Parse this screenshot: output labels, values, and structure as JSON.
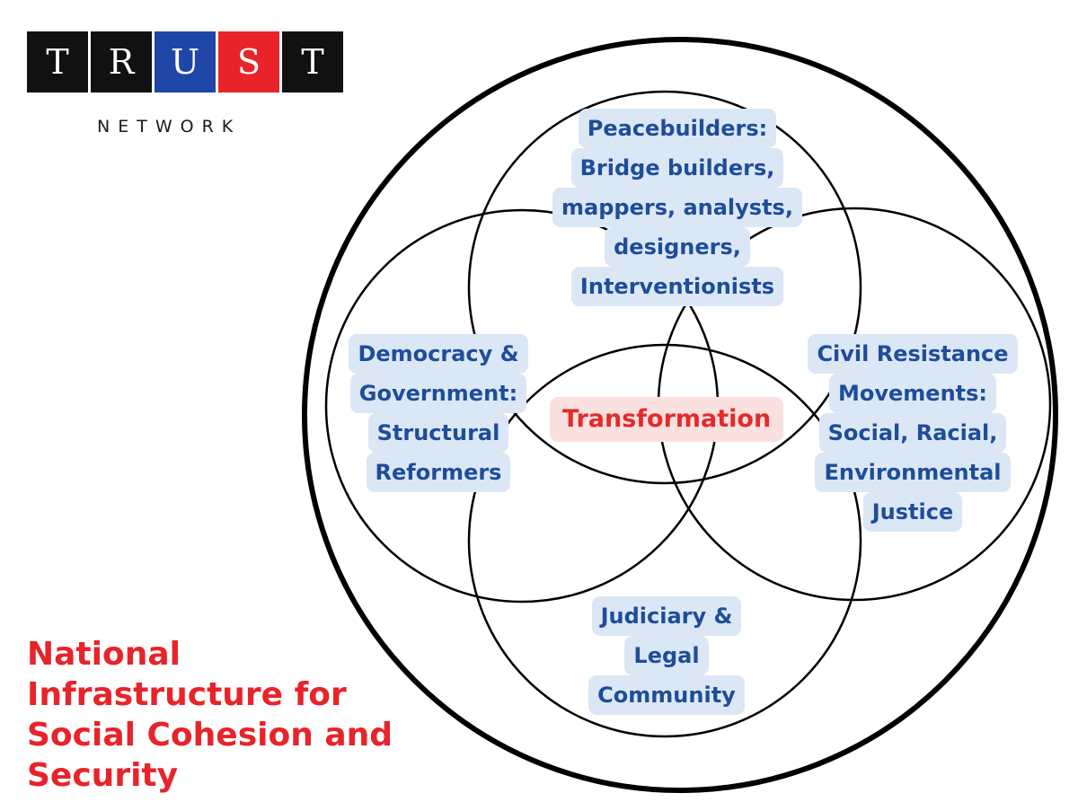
{
  "logo": {
    "letters": [
      {
        "char": "T",
        "color": "#111111"
      },
      {
        "char": "R",
        "color": "#111111"
      },
      {
        "char": "U",
        "color": "#1f46a6"
      },
      {
        "char": "S",
        "color": "#e8232a"
      },
      {
        "char": "T",
        "color": "#111111"
      }
    ],
    "subtitle": "NETWORK"
  },
  "title_lines": [
    "National",
    "Infrastructure for",
    "Social Cohesion and",
    "Security"
  ],
  "center_label": "Transformation",
  "groups": {
    "peacebuilders": [
      "Peacebuilders:",
      "Bridge builders,",
      "mappers, analysts,",
      "designers,",
      "Interventionists"
    ],
    "democracy": [
      "Democracy &",
      "Government:",
      "Structural",
      "Reformers"
    ],
    "civil_resistance": [
      "Civil Resistance",
      "Movements:",
      "Social, Racial,",
      "Environmental",
      "Justice"
    ],
    "judiciary": [
      "Judiciary &",
      "Legal",
      "Community"
    ]
  },
  "colors": {
    "label_text": "#1e4d9a",
    "label_bg": "#dce7f5",
    "accent_red": "#e8232a",
    "center_bg": "#fbe0e0",
    "line": "#000000"
  }
}
